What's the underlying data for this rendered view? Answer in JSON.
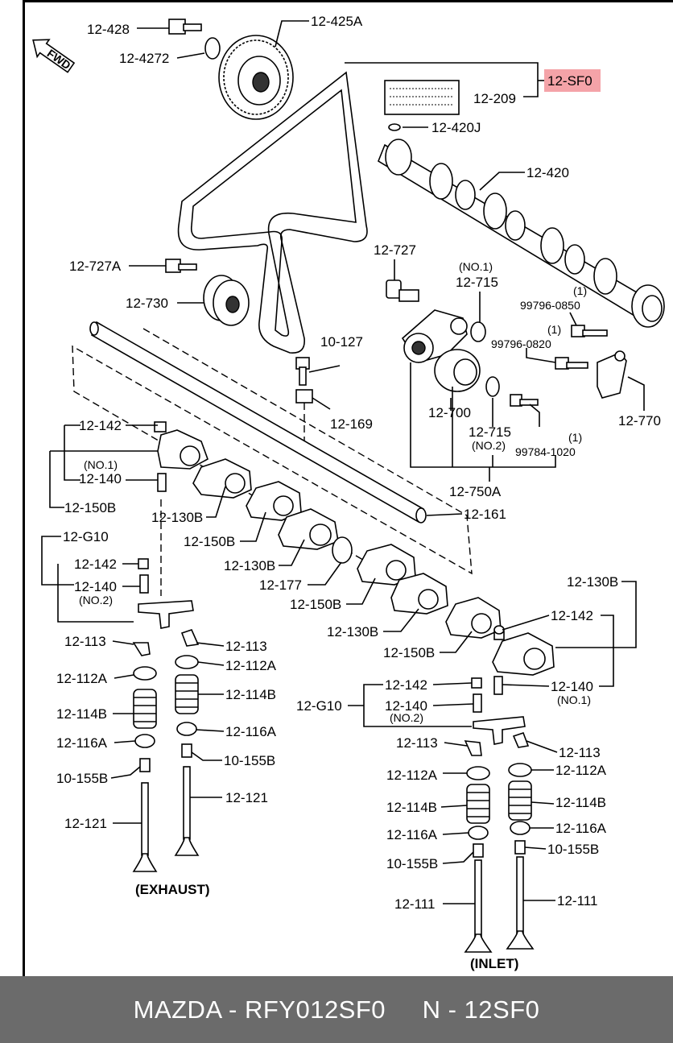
{
  "direction_label": "FWD",
  "highlight_color": "#f4a3a8",
  "footer_color": "#6b6b6b",
  "labels": {
    "p12_428": "12-428",
    "p12_425A": "12-425A",
    "p12_4272": "12-4272",
    "p12_SF0": "12-SF0",
    "p12_209": "12-209",
    "p12_420J": "12-420J",
    "p12_420": "12-420",
    "p12_727": "12-727",
    "p12_727A": "12-727A",
    "p12_730": "12-730",
    "p_no1_a": "(NO.1)",
    "p12_715_a": "12-715",
    "p_1_a": "(1)",
    "p99796_0850": "99796-0850",
    "p_1_b": "(1)",
    "p99796_0820": "99796-0820",
    "p10_127": "10-127",
    "p12_169": "12-169",
    "p12_700": "12-700",
    "p12_715_b": "12-715",
    "p_no2_a": "(NO.2)",
    "p_1_c": "(1)",
    "p99784_1020": "99784-1020",
    "p12_770": "12-770",
    "p12_750A": "12-750A",
    "p12_142_a": "12-142",
    "p_no1_b": "(NO.1)",
    "p12_140_a": "12-140",
    "p12_150B_a": "12-150B",
    "p12_130B_a": "12-130B",
    "p12_150B_b": "12-150B",
    "p12_161": "12-161",
    "p12_G10_a": "12-G10",
    "p12_142_b": "12-142",
    "p12_140_b": "12-140",
    "p_no2_b": "(NO.2)",
    "p12_130B_b": "12-130B",
    "p12_177": "12-177",
    "p12_150B_c": "12-150B",
    "p12_130B_c": "12-130B",
    "p12_150B_d": "12-150B",
    "p12_130B_d": "12-130B",
    "p12_142_c": "12-142",
    "p12_113_a": "12-113",
    "p12_113_b": "12-113",
    "p12_112A_a": "12-112A",
    "p12_112A_b": "12-112A",
    "p12_114B_a": "12-114B",
    "p12_114B_b": "12-114B",
    "p12_116A_a": "12-116A",
    "p12_116A_b": "12-116A",
    "p10_155B_a": "10-155B",
    "p10_155B_b": "10-155B",
    "p12_121_a": "12-121",
    "p12_121_b": "12-121",
    "exhaust": "(EXHAUST)",
    "p12_142_d": "12-142",
    "p12_140_c": "12-140",
    "p_no1_c": "(NO.1)",
    "p12_G10_b": "12-G10",
    "p12_140_d": "12-140",
    "p_no2_c": "(NO.2)",
    "p12_113_c": "12-113",
    "p12_113_d": "12-113",
    "p12_112A_c": "12-112A",
    "p12_112A_d": "12-112A",
    "p12_114B_c": "12-114B",
    "p12_114B_d": "12-114B",
    "p12_116A_c": "12-116A",
    "p12_116A_d": "12-116A",
    "p10_155B_c": "10-155B",
    "p10_155B_d": "10-155B",
    "p12_111_a": "12-111",
    "p12_111_b": "12-111",
    "inlet": "(INLET)"
  },
  "footer": {
    "text": "MAZDA - RFY012SF0     N - 12SF0"
  }
}
